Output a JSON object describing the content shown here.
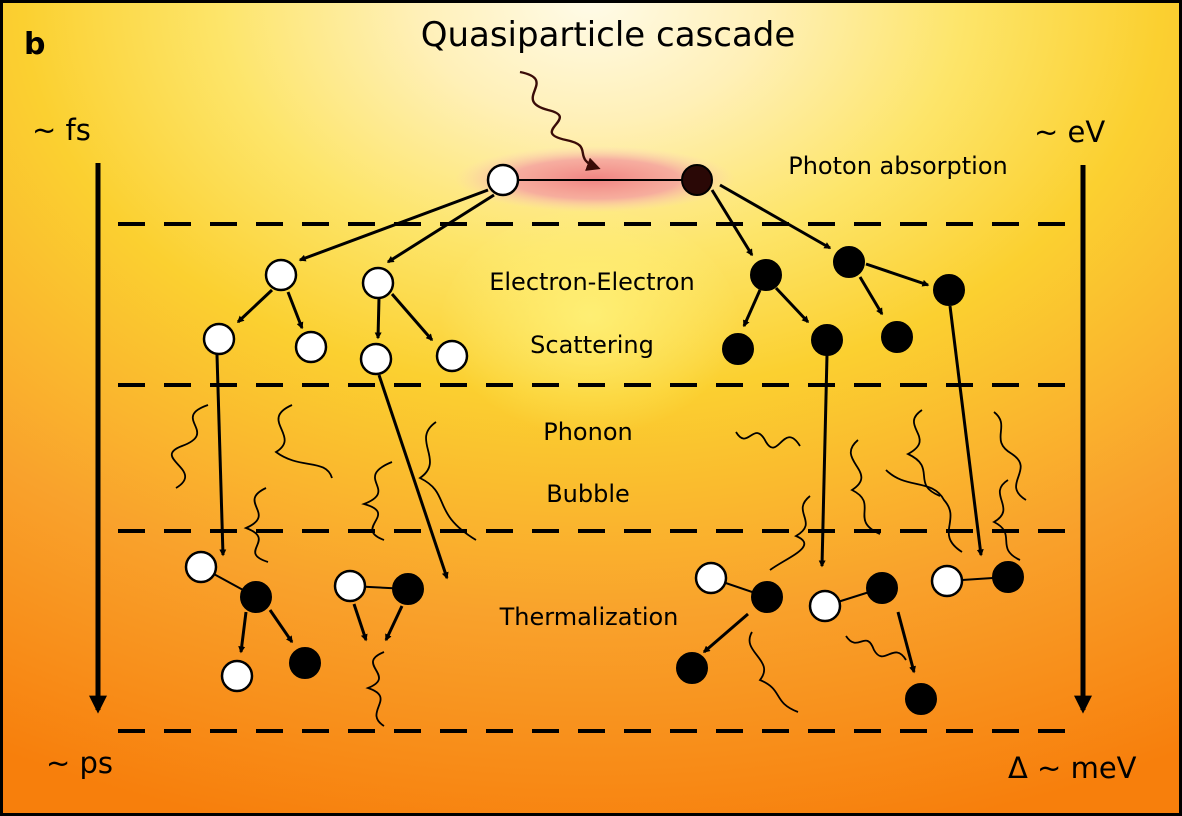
{
  "panel_label": "b",
  "title": "Quasiparticle cascade",
  "axes": {
    "time_top": "~ fs",
    "time_bottom": "~ ps",
    "energy_top": "~ eV",
    "energy_bottom": "Δ ~ meV"
  },
  "stages": {
    "photon": "Photon absorption",
    "ee_line1": "Electron-Electron",
    "ee_line2": "Scattering",
    "phonon_line1": "Phonon",
    "phonon_line2": "Bubble",
    "thermalization": "Thermalization"
  },
  "colors": {
    "background_light": "#fff7dc",
    "background_mid": "#fbd23a",
    "background_dark": "#f88a14",
    "glow": "#f09a9a",
    "hole_fill": "#ffffff",
    "electron_fill": "#000000",
    "photon_filled_particle": "#2a0806"
  },
  "icons": {
    "hole": "open-circle",
    "electron": "filled-circle",
    "phonon": "wavy-line",
    "photon": "wavy-arrow"
  }
}
